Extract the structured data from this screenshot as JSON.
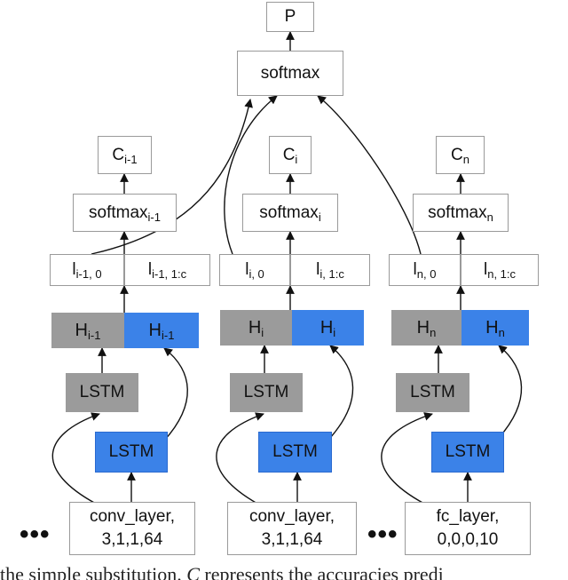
{
  "top": {
    "p_label": "P",
    "softmax_label": "softmax"
  },
  "columns": [
    {
      "c": {
        "base": "C",
        "sub": "i-1"
      },
      "softmax": {
        "base": "softmax",
        "sub": "i-1"
      },
      "l0": {
        "base": "l",
        "sub": "i-1, 0"
      },
      "l1": {
        "base": "l",
        "sub": "i-1, 1:c"
      },
      "h_gray": {
        "base": "H",
        "sub": "i-1"
      },
      "h_blue": {
        "base": "H",
        "sub": "i-1"
      },
      "lstm_gray": "LSTM",
      "lstm_blue": "LSTM",
      "input_line1": "conv_layer,",
      "input_line2": "3,1,1,64"
    },
    {
      "c": {
        "base": "C",
        "sub": "i"
      },
      "softmax": {
        "base": "softmax",
        "sub": "i"
      },
      "l0": {
        "base": "l",
        "sub": "i, 0"
      },
      "l1": {
        "base": "l",
        "sub": "i, 1:c"
      },
      "h_gray": {
        "base": "H",
        "sub": "i"
      },
      "h_blue": {
        "base": "H",
        "sub": "i"
      },
      "lstm_gray": "LSTM",
      "lstm_blue": "LSTM",
      "input_line1": "conv_layer,",
      "input_line2": "3,1,1,64"
    },
    {
      "c": {
        "base": "C",
        "sub": "n"
      },
      "softmax": {
        "base": "softmax",
        "sub": "n"
      },
      "l0": {
        "base": "l",
        "sub": "n, 0"
      },
      "l1": {
        "base": "l",
        "sub": "n, 1:c"
      },
      "h_gray": {
        "base": "H",
        "sub": "n"
      },
      "h_blue": {
        "base": "H",
        "sub": "n"
      },
      "lstm_gray": "LSTM",
      "lstm_blue": "LSTM",
      "input_line1": "fc_layer,",
      "input_line2": "0,0,0,10"
    }
  ],
  "ellipsis": [
    "•••",
    "•••"
  ],
  "caption": {
    "text": "the simple substitution. ",
    "symbol": "C",
    "tail": " represents the accuracies predi"
  },
  "colors": {
    "gray": "#9b9b9b",
    "blue": "#3b82e8",
    "border": "#9a9a9a",
    "arrow": "#111111"
  }
}
